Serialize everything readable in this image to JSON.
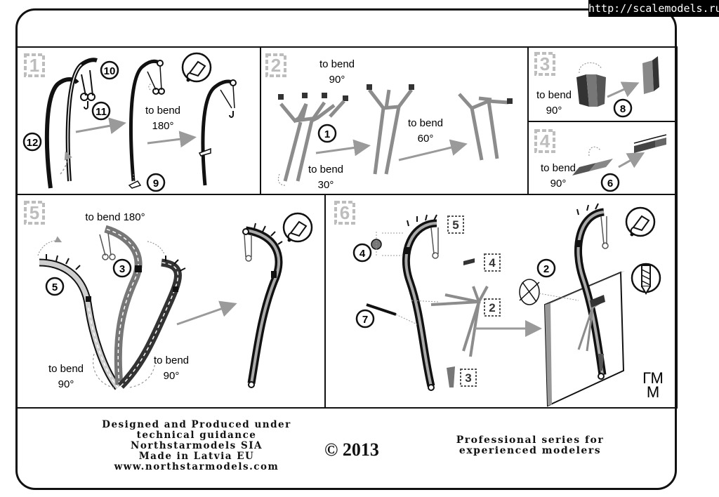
{
  "watermark": "http://scalemodels.ru",
  "labels": {
    "to_bend": "to bend",
    "deg90": "90°",
    "deg180": "180°",
    "deg60": "60°",
    "deg30": "30°",
    "to_bend_180": "to bend 180°"
  },
  "steps": [
    "1",
    "2",
    "3",
    "4",
    "5",
    "6"
  ],
  "parts": [
    "1",
    "2",
    "3",
    "4",
    "5",
    "6",
    "7",
    "8",
    "9",
    "10",
    "11",
    "12"
  ],
  "logo": {
    "top": "ГМ",
    "bottom": "М"
  },
  "footer": {
    "left_lines": [
      "Designed and Produced under",
      "technical guidance",
      "Northstarmodels SIA",
      "Made in Latvia EU",
      "www.northstarmodels.com"
    ],
    "copyright": "© 2013",
    "right_lines": [
      "Professional series for",
      "experienced modelers"
    ]
  },
  "icons": [
    "glue-icon",
    "drill-icon",
    "propeller-icon"
  ],
  "colors": {
    "ink": "#111111",
    "part_gray": "#8c8c8c",
    "arrow_gray": "#9a9a9a",
    "step_badge": "#bdbdbd"
  }
}
